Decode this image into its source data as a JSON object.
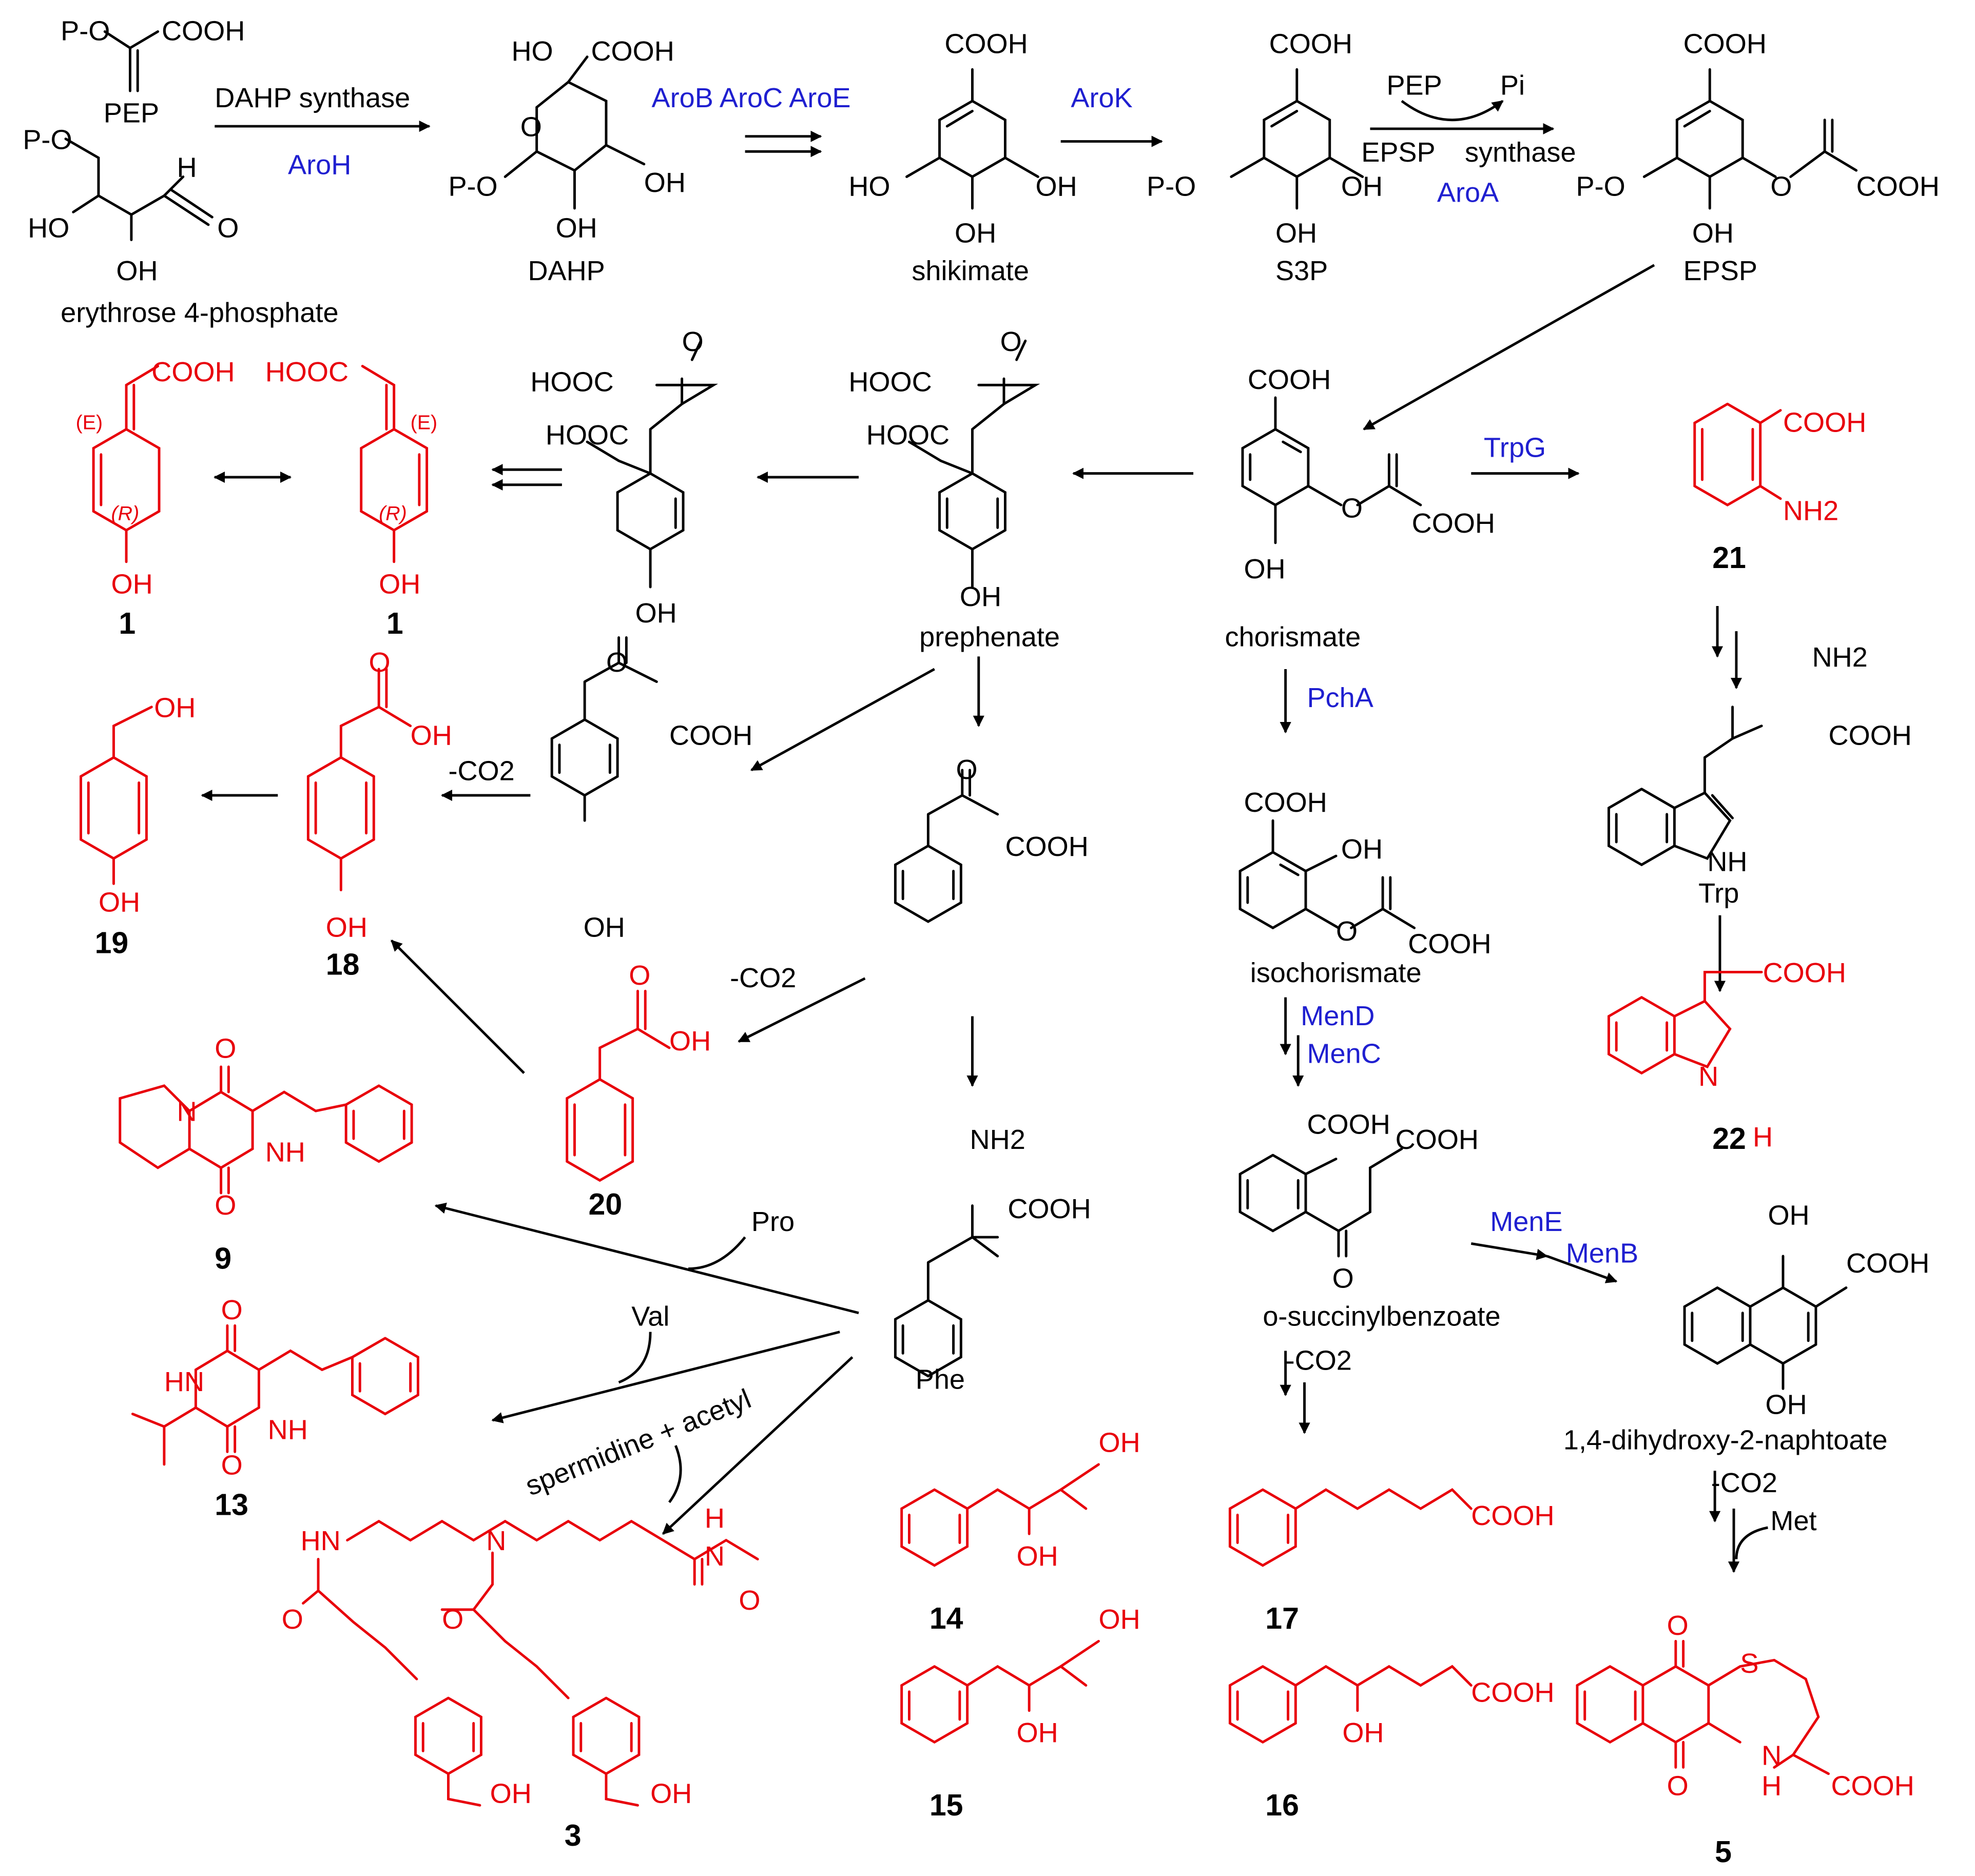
{
  "colors": {
    "structure": "#000000",
    "natural_product": "#e8000b",
    "enzyme": "#1f1fd0"
  },
  "labels": {
    "pep_group": "P-O",
    "cooh": "COOH",
    "pep": "PEP",
    "e4p_po": "P-O",
    "h": "H",
    "ho": "HO",
    "oh": "OH",
    "o": "O",
    "e4p": "erythrose 4-phosphate",
    "dahp_synthase": "DAHP synthase",
    "aroh": "AroH",
    "dahp_ho": "HO",
    "dahp_cooh": "COOH",
    "dahp_o": "O",
    "dahp_po": "P-O",
    "dahp_oh_right": "OH",
    "dahp_oh_bottom": "OH",
    "dahp": "DAHP",
    "arob_aroc_aroe": "AroB AroC AroE",
    "shik_cooh": "COOH",
    "shik_ho": "HO",
    "shik_oh_right": "OH",
    "shik_oh_bottom": "OH",
    "shikimate": "shikimate",
    "arok": "AroK",
    "s3p_cooh": "COOH",
    "s3p_po": "P-O",
    "s3p_oh_right": "OH",
    "s3p_oh_bottom": "OH",
    "s3p": "S3P",
    "pep2": "PEP",
    "pi": "Pi",
    "epsp_synthase_a": "EPSP",
    "epsp_synthase_b": "synthase",
    "aroa": "AroA",
    "epsp_cooh_top": "COOH",
    "epsp_po": "P-O",
    "epsp_o": "O",
    "epsp_cooh_right": "COOH",
    "epsp_oh": "OH",
    "epsp": "EPSP",
    "c1a_cooh": "COOH",
    "c1a_e": "(E)",
    "c1a_r": "(R)",
    "c1a_oh": "OH",
    "c1a_num": "1",
    "c1b_hooc": "HOOC",
    "c1b_e": "(E)",
    "c1b_r": "(R)",
    "c1b_oh": "OH",
    "c1b_num": "1",
    "int1_hooc_top": "HOOC",
    "int1_o": "O",
    "int1_hooc": "HOOC",
    "int1_oh": "OH",
    "pre_hooc_top": "HOOC",
    "pre_o": "O",
    "pre_hooc": "HOOC",
    "pre_oh": "OH",
    "prephenate": "prephenate",
    "cho_cooh_top": "COOH",
    "cho_o": "O",
    "cho_cooh_right": "COOH",
    "cho_oh": "OH",
    "chorismate": "chorismate",
    "trpg": "TrpG",
    "c21_cooh": "COOH",
    "c21_nh2": "NH2",
    "c21_num": "21",
    "trp_nh2": "NH2",
    "trp_cooh": "COOH",
    "trp_nh": "NH",
    "trp_h": "H",
    "trp": "Trp",
    "c22_cooh": "COOH",
    "c22_n": "N",
    "c22_h": "H",
    "c22_num": "22",
    "c19_oh_top": "OH",
    "c19_oh_bottom": "OH",
    "c19_num": "19",
    "c18_o": "O",
    "c18_oh_acid": "OH",
    "c18_oh": "OH",
    "c18_num": "18",
    "minus_co2_a": "-CO2",
    "hpp_o": "O",
    "hpp_cooh": "COOH",
    "hpp_oh": "OH",
    "ppy_o": "O",
    "ppy_cooh": "COOH",
    "pcha": "PchA",
    "isc_cooh": "COOH",
    "isc_oh": "OH",
    "isc_o": "O",
    "isc_cooh_right": "COOH",
    "isochorismate": "isochorismate",
    "mend": "MenD",
    "menc": "MenC",
    "c20_o": "O",
    "c20_oh": "OH",
    "c20_num": "20",
    "minus_co2_b": "-CO2",
    "c9_o_top": "O",
    "c9_n": "N",
    "c9_nh": "NH",
    "c9_o_bottom": "O",
    "c9_num": "9",
    "pro": "Pro",
    "phe_nh2": "NH2",
    "phe_cooh": "COOH",
    "phe": "Phe",
    "osb_cooh_a": "COOH",
    "osb_cooh_b": "COOH",
    "osb_o": "O",
    "osb": "o-succinylbenzoate",
    "mene": "MenE",
    "menb": "MenB",
    "dhna_oh_top": "OH",
    "dhna_cooh": "COOH",
    "dhna_oh_bottom": "OH",
    "dhna": "1,4-dihydroxy-2-naphtoate",
    "val": "Val",
    "c13_o_top": "O",
    "c13_hn": "HN",
    "c13_nh": "NH",
    "c13_o_bottom": "O",
    "c13_num": "13",
    "spermidine": "spermidine + acetyl",
    "minus_co2_c": "-CO2",
    "minus_co2_d": "-CO2",
    "met": "Met",
    "c14_oh_top": "OH",
    "c14_oh": "OH",
    "c14_num": "14",
    "c17_cooh": "COOH",
    "c17_num": "17",
    "c3_hn": "HN",
    "c3_n": "N",
    "c3_h": "H",
    "c3_nh_n": "N",
    "c3_o_a": "O",
    "c3_o_b": "O",
    "c3_o_c": "O",
    "c3_oh_a": "OH",
    "c3_oh_b": "OH",
    "c3_num": "3",
    "c15_oh_top": "OH",
    "c15_oh": "OH",
    "c15_num": "15",
    "c16_cooh": "COOH",
    "c16_oh": "OH",
    "c16_num": "16",
    "c5_o_top": "O",
    "c5_s": "S",
    "c5_n": "N",
    "c5_h": "H",
    "c5_o_bottom": "O",
    "c5_cooh": "COOH",
    "c5_num": "5"
  }
}
